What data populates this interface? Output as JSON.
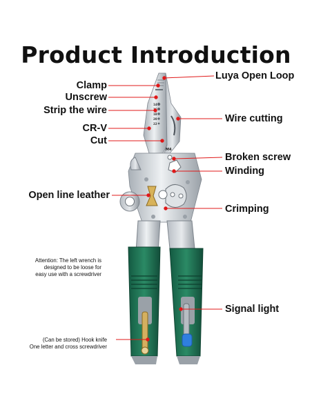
{
  "title": "Product Introduction",
  "labels": {
    "luya_open_loop": "Luya Open Loop",
    "clamp": "Clamp",
    "unscrew": "Unscrew",
    "strip_the_wire": "Strip the wire",
    "cr_v": "CR-V",
    "cut": "Cut",
    "wire_cutting": "Wire cutting",
    "broken_screw": "Broken screw",
    "winding": "Winding",
    "open_line_leather": "Open line leather",
    "crimping": "Crimping",
    "signal_light": "Signal light"
  },
  "notes": {
    "attention_line1": "Attention: The left wrench is",
    "attention_line2": "designed to be loose for",
    "attention_line3": "easy use with a screwdriver",
    "hook_line1": "(Can be stored) Hook knife",
    "hook_line2": "One letter and cross screwdriver"
  },
  "tool_marks": {
    "gauge_14": "14",
    "gauge_16": "16",
    "gauge_18": "18",
    "gauge_20": "20",
    "gauge_22": "22",
    "hex_m4": "M4"
  },
  "colors": {
    "callout_red": "#e01818",
    "steel": "#c9ced4",
    "steel_dark": "#7d848c",
    "grip_green": "#1b6b50",
    "brass": "#c9a24a",
    "signal_blue": "#2f7fe0"
  }
}
